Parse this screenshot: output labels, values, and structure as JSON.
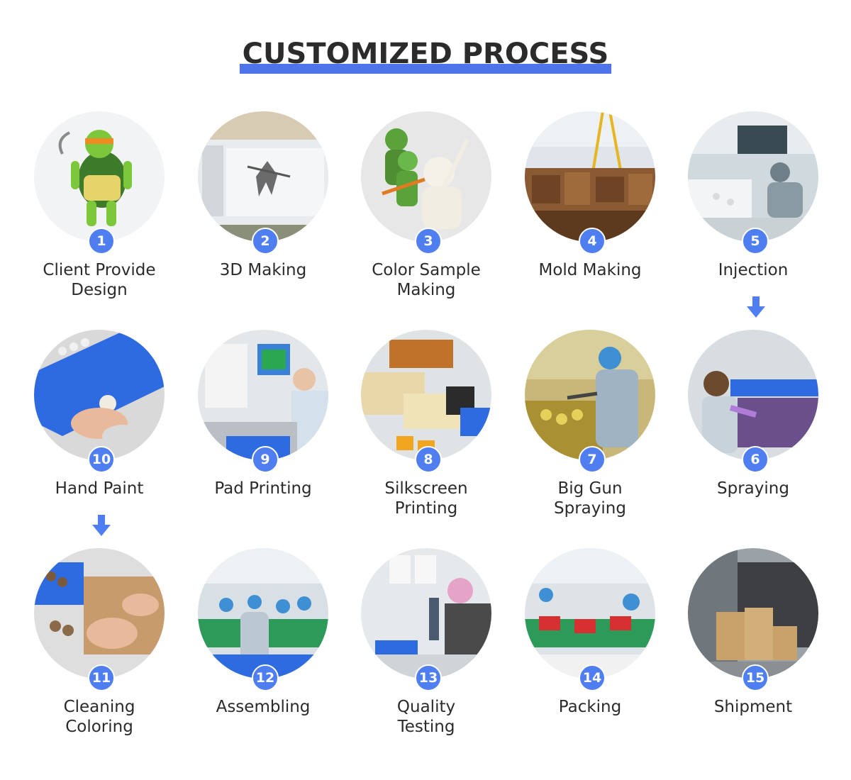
{
  "title": "CUSTOMIZED PROCESS",
  "accent_color": "#4d74e8",
  "badge_color": "#4f7ef0",
  "steps": [
    {
      "number": "1",
      "label": "Client Provide\nDesign"
    },
    {
      "number": "2",
      "label": "3D Making"
    },
    {
      "number": "3",
      "label": "Color Sample\nMaking"
    },
    {
      "number": "4",
      "label": "Mold Making"
    },
    {
      "number": "5",
      "label": "Injection"
    },
    {
      "number": "6",
      "label": "Spraying"
    },
    {
      "number": "7",
      "label": "Big Gun\nSpraying"
    },
    {
      "number": "8",
      "label": "Silkscreen\nPrinting"
    },
    {
      "number": "9",
      "label": "Pad Printing"
    },
    {
      "number": "10",
      "label": "Hand Paint"
    },
    {
      "number": "11",
      "label": "Cleaning\nColoring"
    },
    {
      "number": "12",
      "label": "Assembling"
    },
    {
      "number": "13",
      "label": "Quality\nTesting"
    },
    {
      "number": "14",
      "label": "Packing"
    },
    {
      "number": "15",
      "label": "Shipment"
    }
  ],
  "icons": {
    "down_arrow": "down-arrow-icon"
  }
}
